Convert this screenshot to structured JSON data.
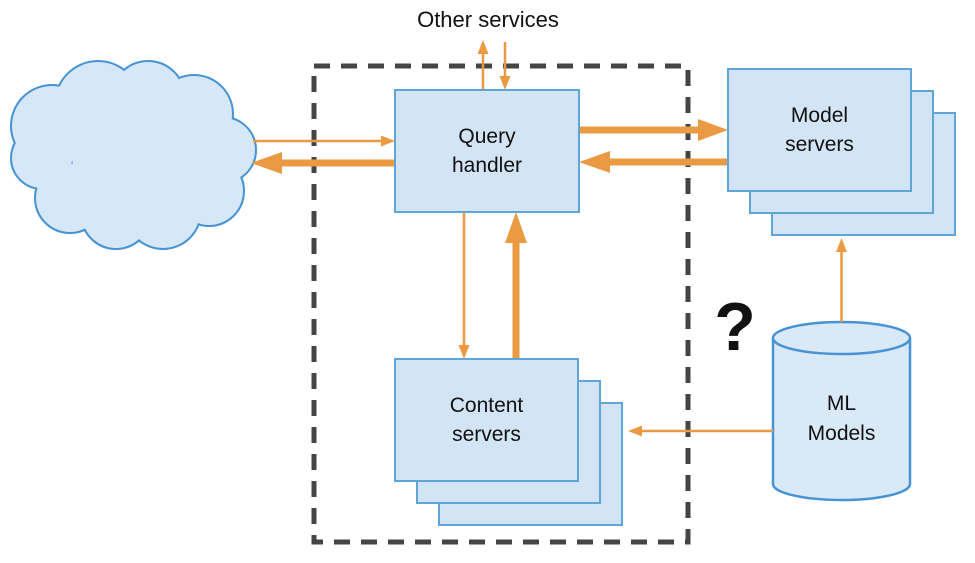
{
  "diagram": {
    "type": "architecture-diagram",
    "labels": {
      "other_services": "Other services",
      "question_mark": "?"
    },
    "nodes": {
      "internet_cloud": {
        "shape": "cloud",
        "label": ""
      },
      "query_handler": {
        "shape": "rectangle",
        "label": "Query\nhandler"
      },
      "content_servers": {
        "shape": "stacked-rectangles",
        "label": "Content\nservers"
      },
      "model_servers": {
        "shape": "stacked-rectangles",
        "label": "Model\nservers"
      },
      "ml_models": {
        "shape": "database-cylinder",
        "label": "ML\nModels"
      }
    },
    "edges": [
      {
        "from": "internet_cloud",
        "to": "query_handler",
        "weight": "thin"
      },
      {
        "from": "query_handler",
        "to": "internet_cloud",
        "weight": "thick"
      },
      {
        "from": "query_handler",
        "to": "other_services",
        "weight": "thin"
      },
      {
        "from": "other_services",
        "to": "query_handler",
        "weight": "thin"
      },
      {
        "from": "query_handler",
        "to": "model_servers",
        "weight": "thick"
      },
      {
        "from": "model_servers",
        "to": "query_handler",
        "weight": "thick"
      },
      {
        "from": "query_handler",
        "to": "content_servers",
        "weight": "thin"
      },
      {
        "from": "content_servers",
        "to": "query_handler",
        "weight": "thick"
      },
      {
        "from": "ml_models",
        "to": "model_servers",
        "weight": "thin"
      },
      {
        "from": "ml_models",
        "to": "content_servers",
        "weight": "thin"
      }
    ],
    "colors": {
      "node_fill": "#d2e4f5",
      "node_border": "#5fa5d8",
      "cloud_fill": "#d6e7f7",
      "cloud_border": "#4793d3",
      "cylinder_fill": "#d9e9f8",
      "arrow_orange": "#ea9a42",
      "boundary_dash": "#454545",
      "text": "#111111"
    }
  }
}
